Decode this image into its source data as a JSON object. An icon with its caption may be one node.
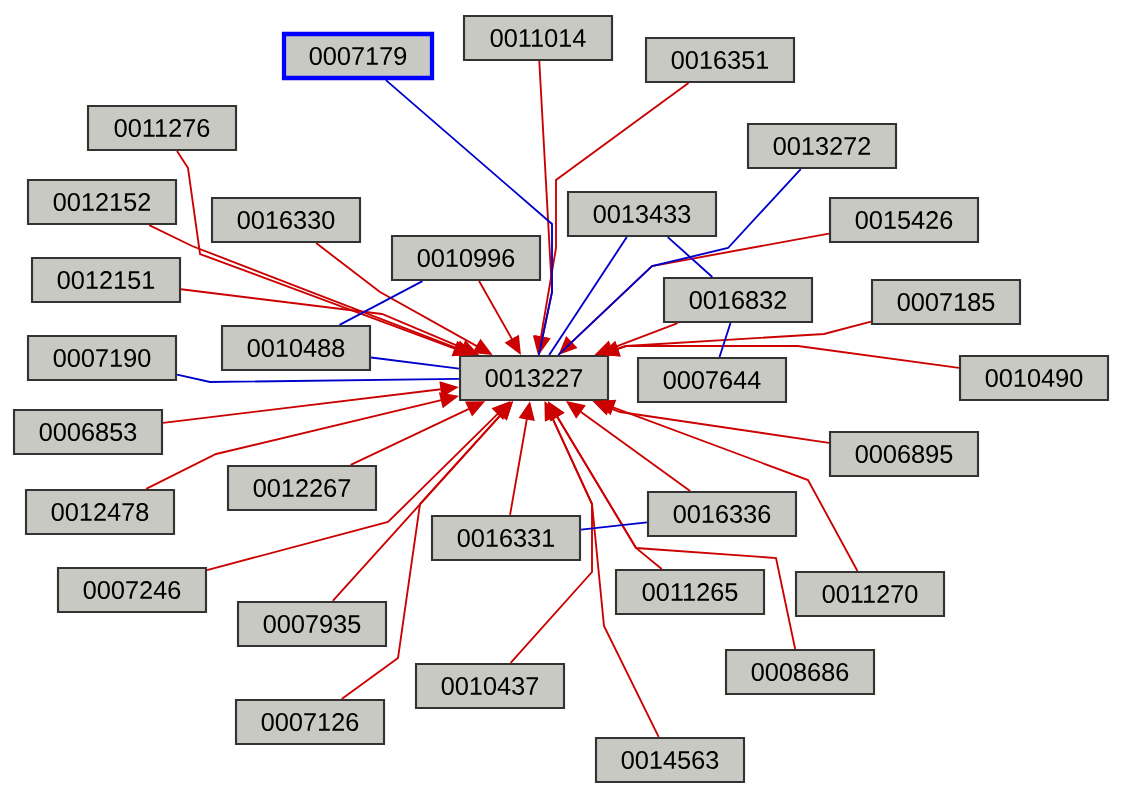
{
  "diagram": {
    "nodes": [
      {
        "text": [
          "0007179"
        ]
      },
      {
        "text": [
          "0011014"
        ]
      },
      {
        "text": [
          "0016351"
        ]
      },
      {
        "text": [
          "0011276"
        ]
      },
      {
        "text": [
          "0013272"
        ]
      },
      {
        "text": [
          "0012152"
        ]
      },
      {
        "text": [
          "0016330"
        ]
      },
      {
        "text": [
          "0013433"
        ]
      },
      {
        "text": [
          "0015426"
        ]
      },
      {
        "text": [
          "0010996"
        ]
      },
      {
        "text": [
          "0012151"
        ]
      },
      {
        "text": [
          "0016832"
        ]
      },
      {
        "text": [
          "0007185"
        ]
      },
      {
        "text": [
          "0010488"
        ]
      },
      {
        "text": [
          "0013227"
        ]
      },
      {
        "text": [
          "0007644"
        ]
      },
      {
        "text": [
          "0010490"
        ]
      },
      {
        "text": [
          "0007190"
        ]
      },
      {
        "text": [
          "0006853"
        ]
      },
      {
        "text": [
          "0006895"
        ]
      },
      {
        "text": [
          "0012267"
        ]
      },
      {
        "text": [
          "0012478"
        ]
      },
      {
        "text": [
          "0016336"
        ]
      },
      {
        "text": [
          "0016331"
        ]
      },
      {
        "text": [
          "0007246"
        ]
      },
      {
        "text": [
          "0011265"
        ]
      },
      {
        "text": [
          "0011270"
        ]
      },
      {
        "text": [
          "0007935"
        ]
      },
      {
        "text": [
          "0008686"
        ]
      },
      {
        "text": [
          "0010437"
        ]
      },
      {
        "text": [
          "0007126"
        ]
      },
      {
        "text": [
          "0014563"
        ]
      }
    ],
    "edges": [
      {
        "from": 1,
        "to": 14,
        "arrow": "to"
      },
      {
        "from": 2,
        "to": 14,
        "arrow": "to"
      },
      {
        "from": 9,
        "to": 14,
        "arrow": "to"
      },
      {
        "from": 6,
        "to": 14,
        "arrow": "to"
      },
      {
        "from": 3,
        "to": 14,
        "arrow": "to"
      },
      {
        "from": 5,
        "to": 14,
        "arrow": "to"
      },
      {
        "from": 10,
        "to": 14,
        "arrow": "to"
      },
      {
        "from": 18,
        "to": 14,
        "arrow": "to"
      },
      {
        "from": 21,
        "to": 14,
        "arrow": "to"
      },
      {
        "from": 20,
        "to": 14,
        "arrow": "to"
      },
      {
        "from": 24,
        "to": 14,
        "arrow": "to"
      },
      {
        "from": 27,
        "to": 14,
        "arrow": "to"
      },
      {
        "from": 30,
        "to": 14,
        "arrow": "to"
      },
      {
        "from": 23,
        "to": 14,
        "arrow": "to"
      },
      {
        "from": 29,
        "to": 14,
        "arrow": "to"
      },
      {
        "from": 31,
        "to": 14,
        "arrow": "to"
      },
      {
        "from": 25,
        "to": 14,
        "arrow": "to"
      },
      {
        "from": 28,
        "to": 14,
        "arrow": "to"
      },
      {
        "from": 22,
        "to": 14,
        "arrow": "to"
      },
      {
        "from": 26,
        "to": 14,
        "arrow": "to"
      },
      {
        "from": 19,
        "to": 14,
        "arrow": "to"
      },
      {
        "from": 16,
        "to": 14,
        "arrow": "to"
      },
      {
        "from": 12,
        "to": 14,
        "arrow": "to"
      },
      {
        "from": 8,
        "to": 14,
        "arrow": "to"
      },
      {
        "from": 11,
        "to": 14,
        "arrow": "to"
      },
      {
        "from": 0,
        "to": 14,
        "arrow": "none",
        "color": "#0000cc"
      },
      {
        "from": 17,
        "to": 14,
        "arrow": "none",
        "color": "#0000cc"
      },
      {
        "from": 13,
        "to": 14,
        "arrow": "none",
        "color": "#0000cc"
      },
      {
        "from": 13,
        "to": 9,
        "arrow": "none",
        "color": "#0000cc"
      },
      {
        "from": 4,
        "to": 14,
        "arrow": "none",
        "color": "#0000cc"
      },
      {
        "from": 7,
        "to": 14,
        "arrow": "none",
        "color": "#0000cc"
      },
      {
        "from": 7,
        "to": 11,
        "arrow": "none",
        "color": "#0000cc"
      },
      {
        "from": 11,
        "to": 15,
        "arrow": "none",
        "color": "#0000cc"
      },
      {
        "from": 23,
        "to": 22,
        "arrow": "none",
        "color": "#0000cc"
      }
    ]
  }
}
